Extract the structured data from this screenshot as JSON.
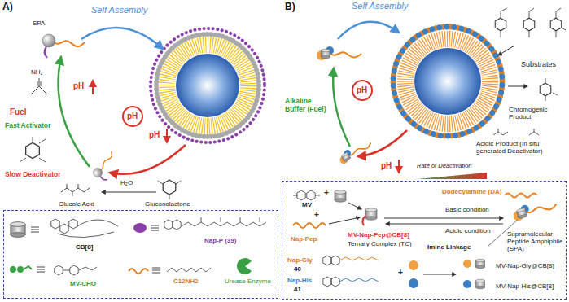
{
  "diagram": {
    "nodes": [
      {
        "text": [
          "pH"
        ]
      },
      {
        "text": [
          "CB[8]",
          "Nap-P (39)",
          "MV-CHO",
          "C12NH2",
          "Urease Enzyme"
        ]
      },
      {
        "text": [
          "pH"
        ]
      },
      {
        "text": [
          "MV",
          "+",
          "+",
          "Nap-Pep",
          "MV-Nap-Pep@CB[8]",
          "Ternary Complex (TC)",
          "Dodecylamine (DA)",
          "Basic condition",
          "Acidic condition",
          "Imine Linkage",
          "Supramolecular Peptide Amphiphile (SPA)",
          "Nap-Gly",
          "40",
          "Nap-His",
          "41",
          "+",
          "MV-Nap-Gly@CB[8]",
          "MV-Nap-His@CB[8]"
        ]
      }
    ],
    "labels": [
      "A)",
      "SPA",
      "Self Assembly",
      "NH₂",
      "Fast Activator",
      "Fuel",
      "pH",
      "pH",
      "Slow Deactivator",
      "H₂O",
      "Glucoic Acid",
      "Gluconolactone",
      "B)",
      "Self Assembly",
      "Substrates",
      "Chromogenic Product",
      "Acidic Product (In situ generated Deactivator)",
      "Rate of Deactivation",
      "pH",
      "Alkaline Buffer (Fuel)"
    ]
  }
}
